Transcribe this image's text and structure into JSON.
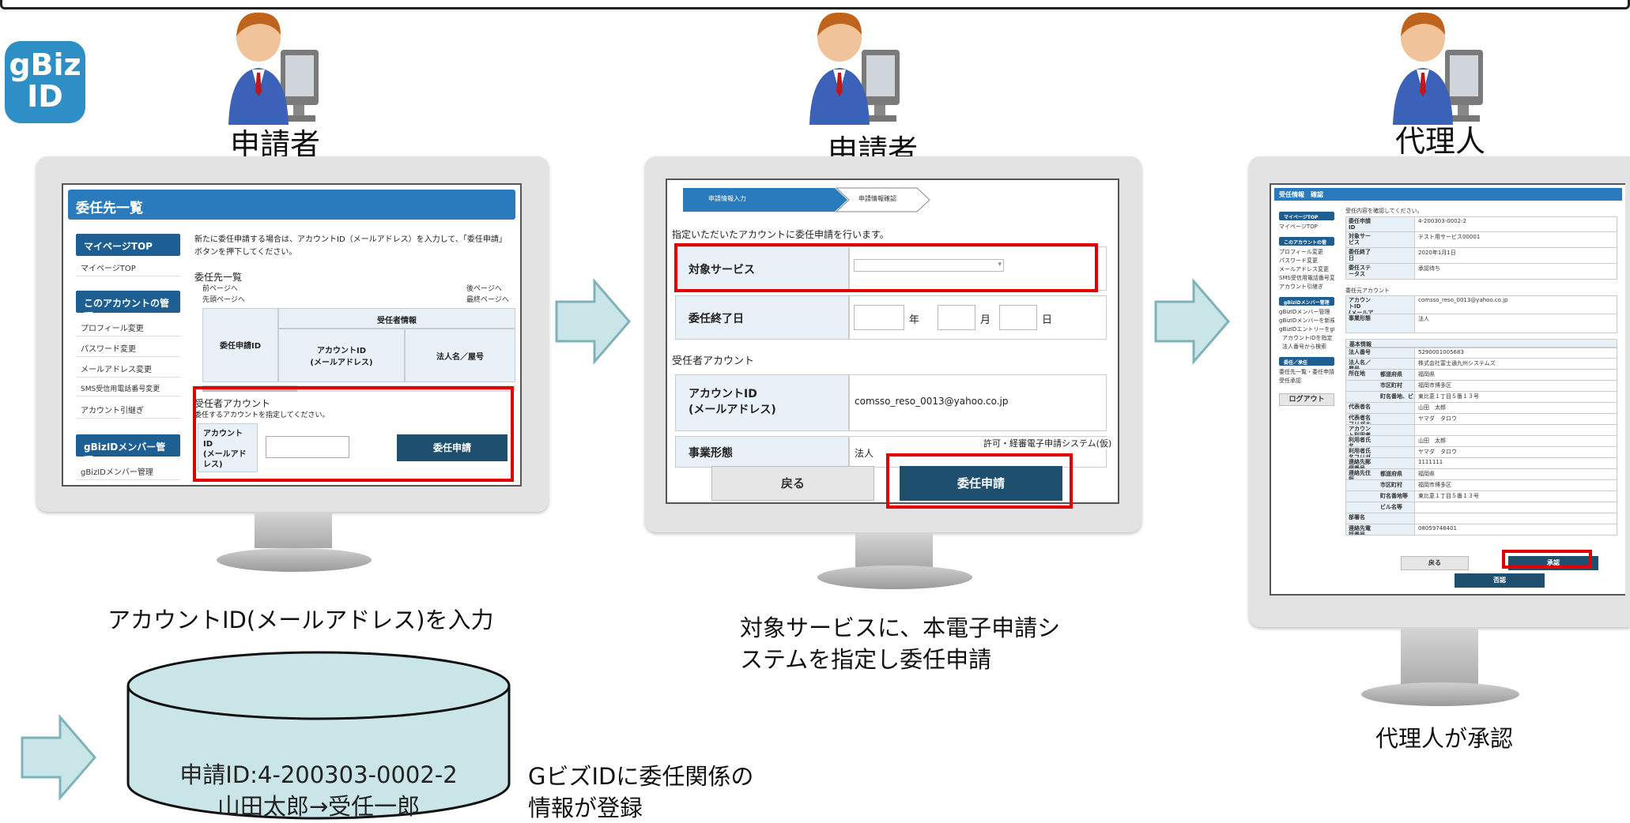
{
  "logo": {
    "line1": "gBiz",
    "line2": "ID"
  },
  "panels": [
    {
      "role": "申請者",
      "caption": "アカウントID(メールアドレス)を入力",
      "screen": {
        "header": "委任先一覧",
        "nav": {
          "sec1_title": "マイページTOP",
          "sec1_items": [
            "マイページTOP"
          ],
          "sec2_title": "このアカウントの管理",
          "sec2_items": [
            "プロフィール変更",
            "パスワード変更",
            "メールアドレス変更",
            "SMS受信用電話番号変更",
            "アカウント引継ぎ"
          ],
          "sec3_title": "gBizIDメンバー管理",
          "sec3_items": [
            "gBizIDメンバー管理"
          ]
        },
        "intro": "新たに委任申請する場合は、アカウントID（メールアドレス）を入力して、「委任申請」ボタンを押下してください。",
        "list_title": "委任先一覧",
        "prev_page": "前ページへ",
        "next_page": "後ページへ",
        "first_page": "先頭ページへ",
        "last_page": "最終ページへ",
        "table": {
          "col_id": "委任申請ID",
          "group": "受任者情報",
          "col_account": "アカウントID\n(メールアドレス)",
          "col_name": "法人名／屋号"
        },
        "box": {
          "title": "受任者アカウント",
          "instruction": "委任するアカウントを指定してください。",
          "field_label": "アカウントID\n(メールアドレス)",
          "button": "委任申請"
        }
      }
    },
    {
      "role": "申請者",
      "caption_line1": "対象サービスに、本電子申請シ",
      "caption_line2": "ステムを指定し委任申請",
      "screen": {
        "step1": "申請情報入力",
        "step2": "申請情報確認",
        "intro": "指定いただいたアカウントに委任申請を行います。",
        "service_label": "対象サービス",
        "end_date_label": "委任終了日",
        "year": "年",
        "month": "月",
        "day": "日",
        "account_section": "受任者アカウント",
        "account_label": "アカウントID\n(メールアドレス)",
        "account_value": "comsso_reso_0013@yahoo.co.jp",
        "business_label": "事業形態",
        "business_value": "法人",
        "overlay_note": "許可・経審電子申請システム(仮)",
        "back_button": "戻る",
        "submit_button": "委任申請"
      }
    },
    {
      "role": "代理人",
      "caption": "代理人が承認",
      "screen": {
        "header": "受任情報　確認",
        "nav": {
          "sec1_title": "マイページTOP",
          "sec1_items": [
            "マイページTOP"
          ],
          "sec2_title": "このアカウントの管理",
          "sec2_items": [
            "プロフィール変更",
            "パスワード変更",
            "メールアドレス変更",
            "SMS受信用電話番号変更",
            "アカウント引継ぎ"
          ],
          "sec3_title": "gBizIDメンバー管理",
          "sec3_items": [
            "gBizIDメンバー管理",
            "gBizIDメンバーを新規に申請する",
            "gBizIDエントリーをgBizIDメンバーにする",
            "アカウントIDを指定",
            "法人番号から検索"
          ],
          "sec4_title": "委任／承任",
          "sec4_items": [
            "委任先一覧・委任申請",
            "受任承認"
          ],
          "logout": "ログアウト"
        },
        "intro": "受任内容を確認してください。",
        "rows": [
          {
            "label": "委任申請ID",
            "value": "4-200303-0002-2"
          },
          {
            "label": "対象サービス",
            "value": "テスト用サービス00001"
          },
          {
            "label": "委任終了日",
            "value": "2020年1月1日"
          },
          {
            "label": "委任ステータス",
            "value": "承認待ち"
          }
        ],
        "account_section": "委任元アカウント",
        "account_rows": [
          {
            "label": "アカウントID\n(メールアドレス)",
            "value": "comsso_reso_0013@yahoo.co.jp"
          },
          {
            "label": "事業形態",
            "value": "法人"
          }
        ],
        "basic_info": "基本情報",
        "detail_rows": [
          {
            "label": "法人番号",
            "sub": "",
            "value": "5290001005683"
          },
          {
            "label": "法人名／屋号",
            "sub": "",
            "value": "株式会社富士通九州システムズ"
          },
          {
            "label": "所在地",
            "sub": "都道府県",
            "value": "福岡県"
          },
          {
            "label": "",
            "sub": "市区町村",
            "value": "福岡市博多区"
          },
          {
            "label": "",
            "sub": "町名番地、ビル名等",
            "value": "東比恵１丁目５番１３号"
          },
          {
            "label": "代表者名",
            "sub": "",
            "value": "山田　太郎"
          },
          {
            "label": "代表者名フリガナ",
            "sub": "",
            "value": "ヤマダ　タロウ"
          },
          {
            "label": "アカウント利用者情報",
            "sub": "",
            "value": ""
          },
          {
            "label": "利用者氏名",
            "sub": "",
            "value": "山田　太郎"
          },
          {
            "label": "利用者氏名フリガナ",
            "sub": "",
            "value": "ヤマダ　タロウ"
          },
          {
            "label": "連絡先郵便番号",
            "sub": "",
            "value": "1111111"
          },
          {
            "label": "連絡先住所",
            "sub": "都道府県",
            "value": "福岡県"
          },
          {
            "label": "",
            "sub": "市区町村",
            "value": "福岡市博多区"
          },
          {
            "label": "",
            "sub": "町名番地等",
            "value": "東比恵１丁目５番１３号"
          },
          {
            "label": "",
            "sub": "ビル名等",
            "value": ""
          },
          {
            "label": "部署名",
            "sub": "",
            "value": ""
          },
          {
            "label": "連絡先電話番号",
            "sub": "",
            "value": "08059748401"
          }
        ],
        "back_button": "戻る",
        "approve_button": "承認",
        "reject_button": "否認"
      }
    }
  ],
  "database": {
    "line1": "申請ID:4-200303-0002-2",
    "line2": "山田太郎→受任一郎"
  },
  "db_note": {
    "line1": "GビズIDに委任関係の",
    "line2": "情報が登録"
  },
  "colors": {
    "arrow": "#c9e5e8",
    "arrow_stroke": "#7fb3b9",
    "db_fill": "#c9e5e8",
    "highlight": "#e00000",
    "logo": "#2e8fc7"
  }
}
